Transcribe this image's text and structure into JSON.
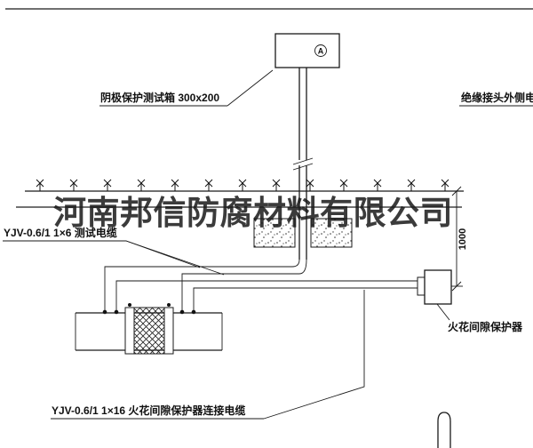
{
  "watermark": {
    "text": "河南邦信防腐材料有限公司"
  },
  "labels": {
    "test_box": "阴极保护测试箱 300x200",
    "outer_cable": "绝缘接头外侧电缆",
    "test_cable": "YJV-0.6/1 1×6  测试电缆",
    "spark_protector": "火花间隙保护器",
    "connection_cable": "YJV-0.6/1 1×16  火花间隙保护器连接电缆",
    "dimension_1000": "1000",
    "meter": "A"
  },
  "colors": {
    "line": "#1a1a1a",
    "background": "#ffffff",
    "watermark": "rgba(25,25,25,0.85)"
  }
}
